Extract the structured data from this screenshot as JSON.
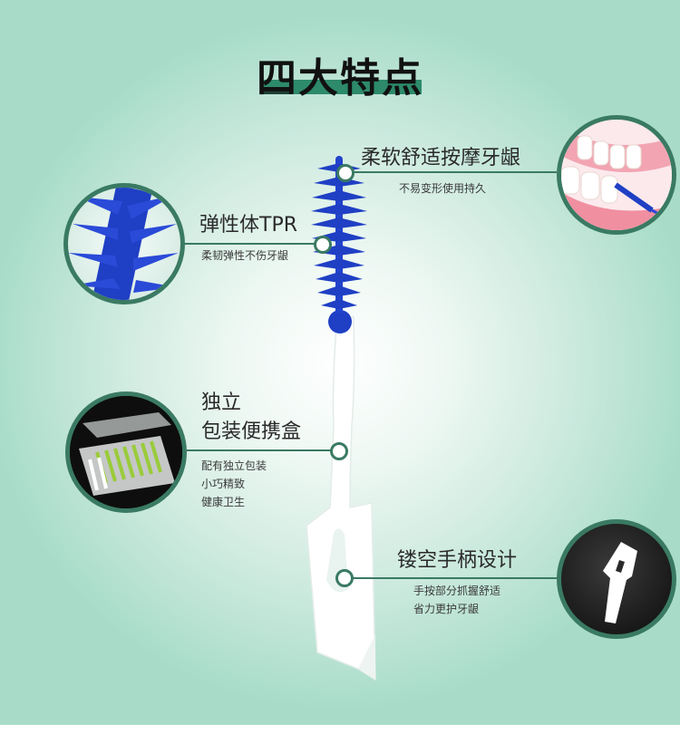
{
  "title": "四大特点",
  "features": {
    "tpr": {
      "heading": "弹性体TPR",
      "subtitle": "柔韧弹性不伤牙龈"
    },
    "soft": {
      "heading": "柔软舒适按摩牙龈",
      "subtitle": "不易变形使用持久"
    },
    "case": {
      "heading_line1": "独立",
      "heading_line2": "包装便携盒",
      "line1": "配有独立包装",
      "line2": "小巧精致",
      "line3": "健康卫生"
    },
    "handle": {
      "heading": "镂空手柄设计",
      "line1": "手按部分抓握舒适",
      "line2": "省力更护牙龈"
    }
  },
  "colors": {
    "accent": "#3a7a63",
    "title_bar": "#2d8a6a",
    "brush_blue": "#1f3fc4"
  }
}
